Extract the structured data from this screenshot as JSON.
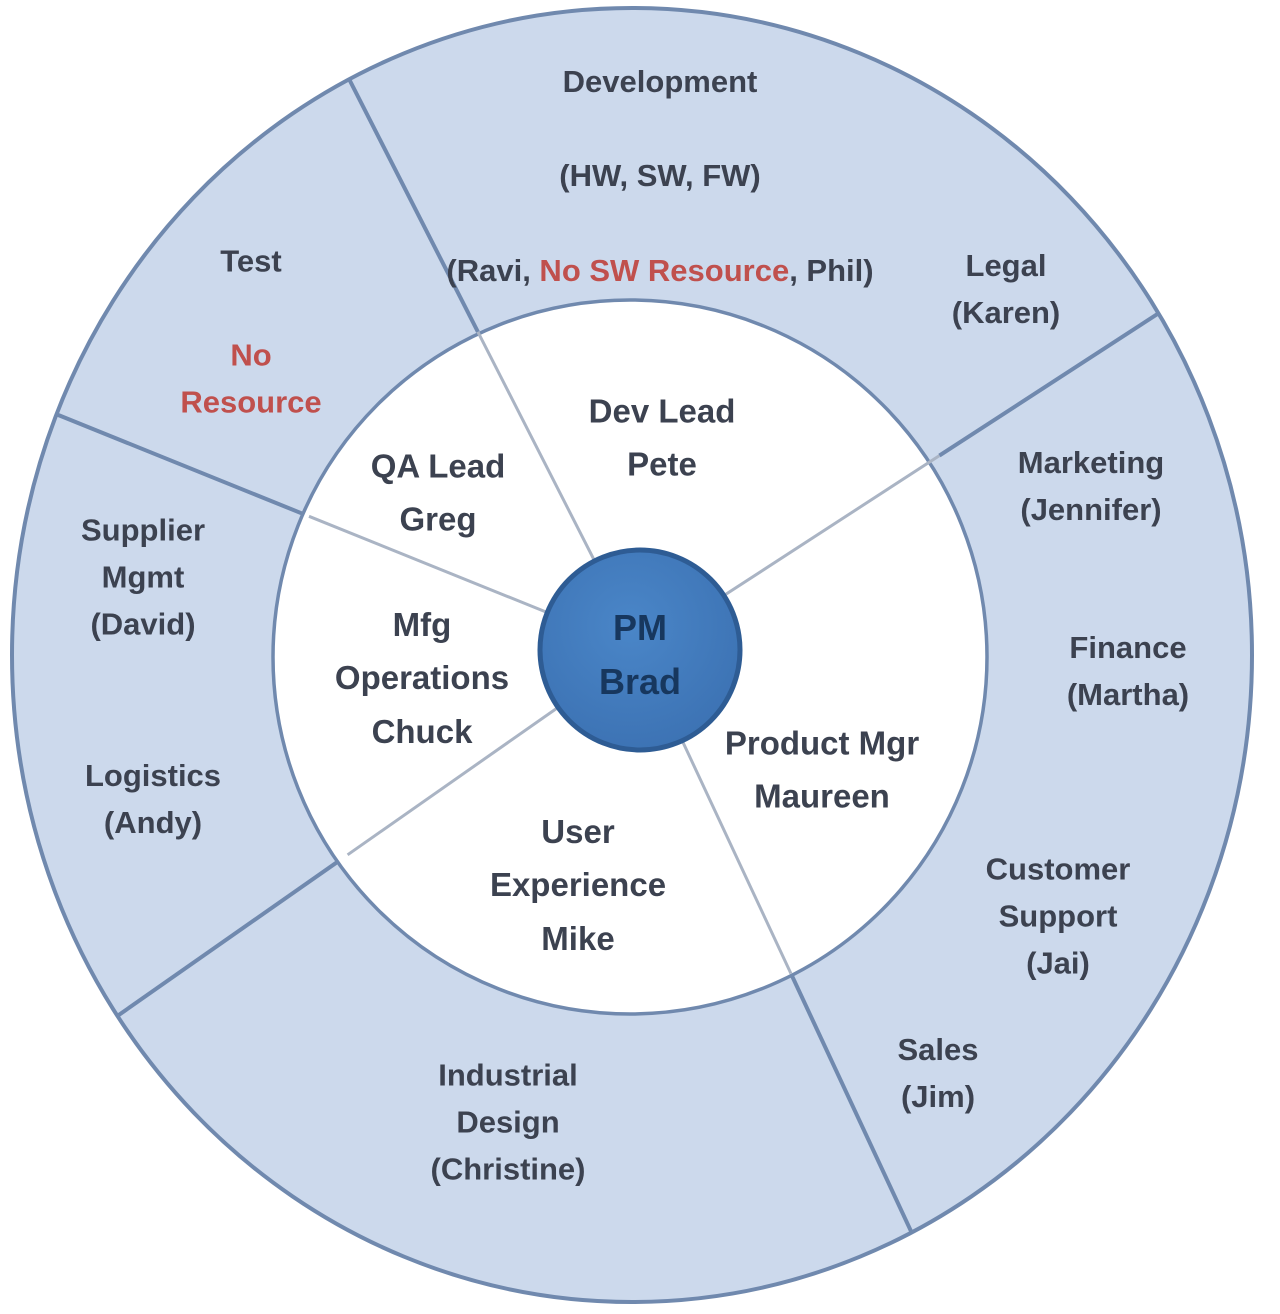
{
  "colors": {
    "outer_ring_fill": "#CCD9EC",
    "ring_stroke": "#7089AE",
    "inner_divider_stroke": "#AAB4C4",
    "center_fill": "#3E76B5",
    "center_fill_light": "#4A86C8",
    "center_stroke": "#2E5C94",
    "text_dark": "#3C4250",
    "text_alert": "#C0504D",
    "center_text": "#17375E"
  },
  "center": {
    "text": "PM\nBrad"
  },
  "inner_ring": {
    "dev_lead": {
      "text": "Dev Lead\nPete"
    },
    "qa_lead": {
      "text": "QA Lead\nGreg"
    },
    "mfg_ops": {
      "text": "Mfg\nOperations\nChuck"
    },
    "user_experience": {
      "text": "User\nExperience\nMike"
    },
    "product_mgr": {
      "text": "Product Mgr\nMaureen"
    }
  },
  "outer_ring": {
    "development": {
      "title": "Development",
      "groups": "(HW, SW, FW)",
      "members_prefix": "(Ravi, ",
      "members_alert": "No SW Resource",
      "members_suffix": ", Phil)"
    },
    "test": {
      "title": "Test",
      "alert": "No\nResource"
    },
    "legal": {
      "text": "Legal\n(Karen)"
    },
    "marketing": {
      "text": "Marketing\n(Jennifer)"
    },
    "finance": {
      "text": "Finance\n(Martha)"
    },
    "customer_support": {
      "text": "Customer\nSupport\n(Jai)"
    },
    "sales": {
      "text": "Sales\n(Jim)"
    },
    "industrial_design": {
      "text": "Industrial\nDesign\n(Christine)"
    },
    "logistics": {
      "text": "Logistics\n(Andy)"
    },
    "supplier_mgmt": {
      "text": "Supplier\nMgmt\n(David)"
    }
  }
}
